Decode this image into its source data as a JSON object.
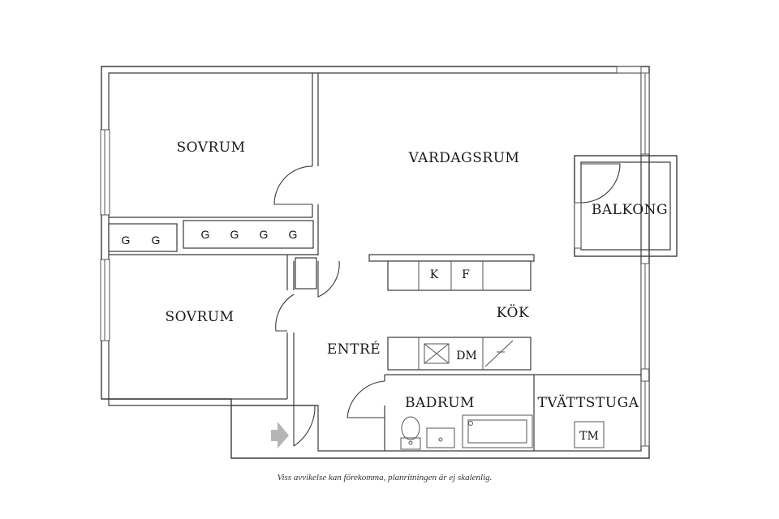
{
  "rooms": {
    "sovrum_1": "SOVRUM",
    "sovrum_2": "SOVRUM",
    "vardagsrum": "VARDAGSRUM",
    "balkong": "BALKONG",
    "kok": "KÖK",
    "entre": "ENTRÉ",
    "badrum": "BADRUM",
    "tvattstuga": "TVÄTTSTUGA"
  },
  "closets": {
    "left": [
      "G",
      "G"
    ],
    "right": [
      "G",
      "G",
      "G",
      "G"
    ]
  },
  "appliances": {
    "k": "K",
    "f": "F",
    "dm": "DM",
    "tm": "TM"
  },
  "entrance_arrow_icon": "arrow-right-icon",
  "colors": {
    "walls": "#3a3a3a",
    "arrow": "#b5b5b5"
  },
  "disclaimer": "Viss avvikelse kan förekomma, planritningen är ej skalenlig."
}
